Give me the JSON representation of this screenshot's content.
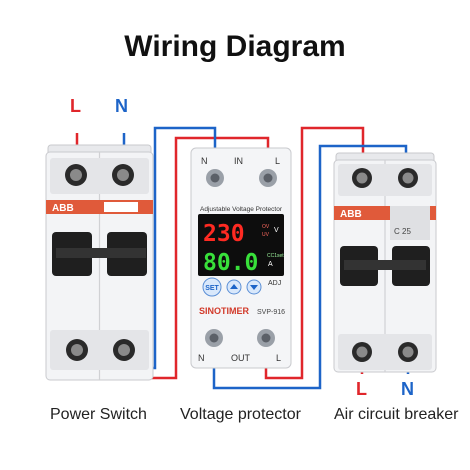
{
  "title": "Wiring Diagram",
  "colors": {
    "line": "#e0262b",
    "neutral": "#1d64c8",
    "brand_stripe": "#e05a3a",
    "display_red": "#ff2a22",
    "display_green": "#38e03a"
  },
  "power_switch": {
    "caption": "Power Switch",
    "brand": "ABB",
    "input_labels": {
      "line": "L",
      "neutral": "N"
    }
  },
  "voltage_protector": {
    "caption": "Voltage protector",
    "header": "Adjustable Voltage Protector",
    "top_terminals": {
      "left": "N",
      "middle": "IN",
      "right": "L"
    },
    "bottom_terminals": {
      "left": "N",
      "middle": "OUT",
      "right": "L"
    },
    "voltage_reading": "230",
    "current_reading": "80.0",
    "voltage_indicators": [
      "OV",
      "UV"
    ],
    "side_labels": {
      "v_unit": "V",
      "current_label": "CC1set",
      "current_unit": "A",
      "adj": "ADJ"
    },
    "set_button": "SET",
    "brand": "SINOTIMER",
    "model": "SVP-916"
  },
  "air_circuit_breaker": {
    "caption": "Air circuit breaker",
    "brand": "ABB",
    "rating": "C 25",
    "output_labels": {
      "line": "L",
      "neutral": "N"
    }
  }
}
